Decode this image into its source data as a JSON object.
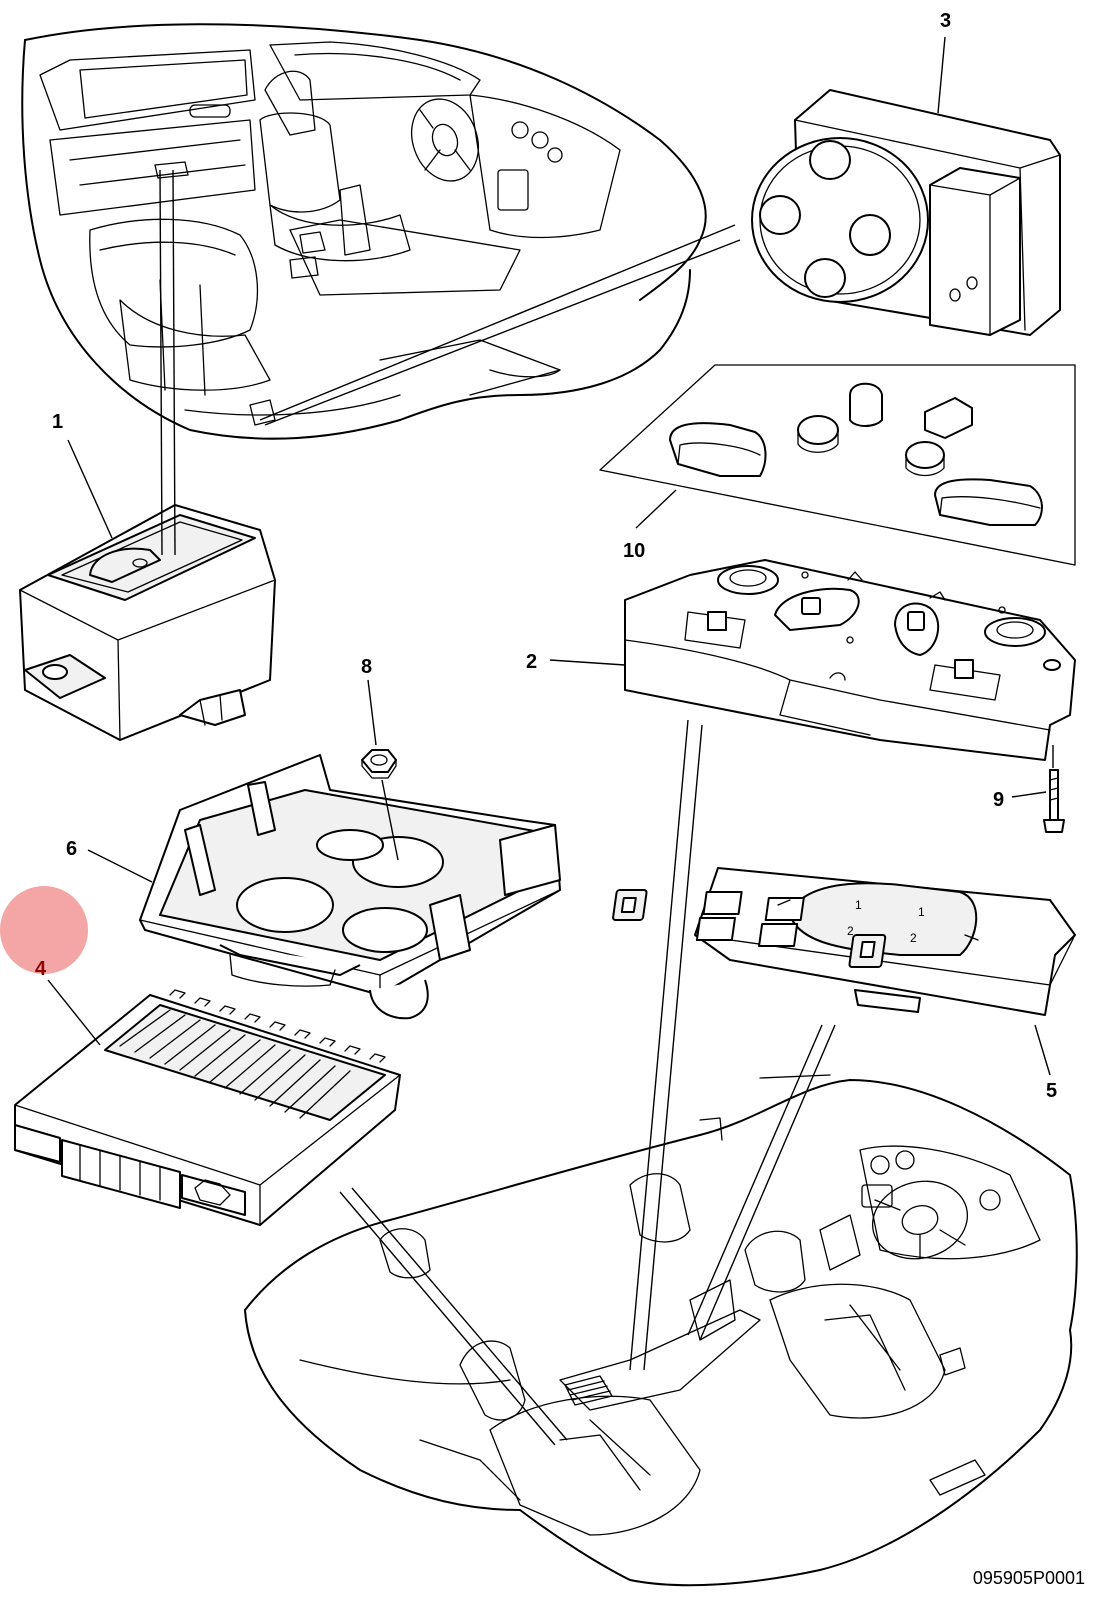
{
  "diagram": {
    "drawing_code": "095905P0001",
    "marker_color": "#f08080",
    "callouts": [
      {
        "key": "c1",
        "label": "1"
      },
      {
        "key": "c2",
        "label": "2"
      },
      {
        "key": "c3",
        "label": "3"
      },
      {
        "key": "c4",
        "label": "4"
      },
      {
        "key": "c5",
        "label": "5"
      },
      {
        "key": "c6",
        "label": "6"
      },
      {
        "key": "c8",
        "label": "8"
      },
      {
        "key": "c9",
        "label": "9"
      },
      {
        "key": "c10",
        "label": "10"
      }
    ]
  }
}
